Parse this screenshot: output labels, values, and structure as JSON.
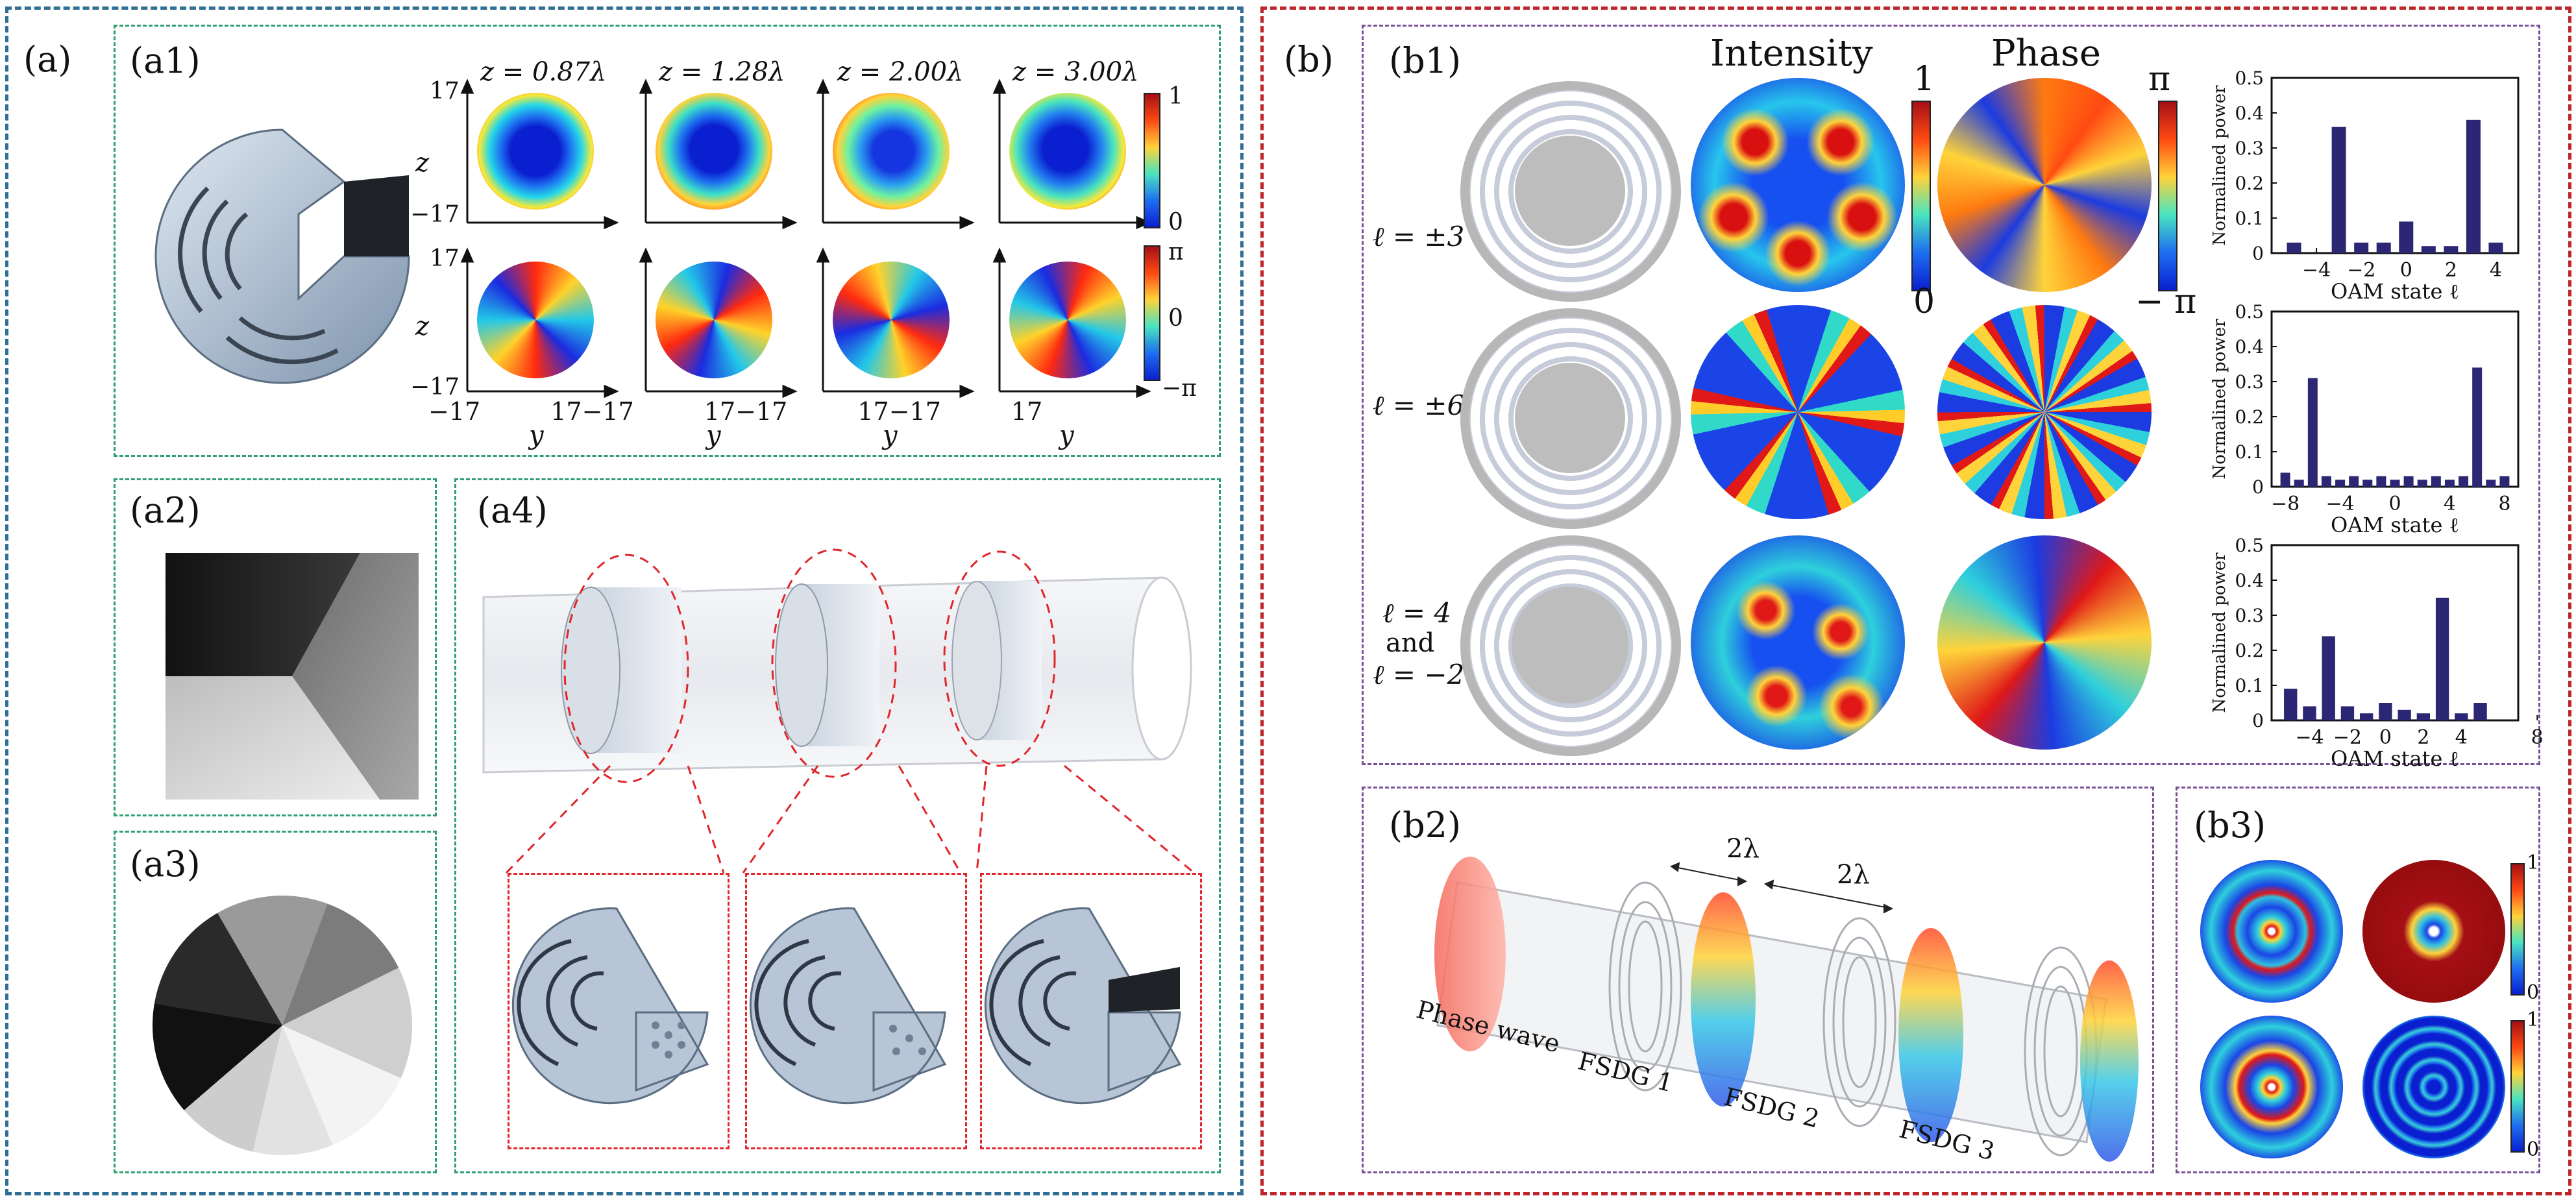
{
  "panel_labels": {
    "a": "(a)",
    "a1": "(a1)",
    "a2": "(a2)",
    "a3": "(a3)",
    "a4": "(a4)",
    "b": "(b)",
    "b1": "(b1)",
    "b2": "(b2)",
    "b3": "(b3)"
  },
  "a1": {
    "z_titles": [
      "z = 0.87λ",
      "z = 1.28λ",
      "z = 2.00λ",
      "z = 3.00λ"
    ],
    "axis_z": "z",
    "axis_y": "y",
    "tick_pos": "17",
    "tick_neg": "−17",
    "x_tick_row": "−17  17",
    "cbar_intensity": {
      "top": "1",
      "bottom": "0"
    },
    "cbar_phase": {
      "top": "π",
      "mid": "0",
      "bottom": "−π"
    }
  },
  "b1": {
    "col_intensity": "Intensity",
    "col_phase": "Phase",
    "row_labels": [
      "ℓ = ±3",
      "ℓ = ±6",
      "ℓ = 4",
      "and",
      "ℓ = −2"
    ],
    "cbar_intensity": {
      "top": "1",
      "bottom": "0"
    },
    "cbar_phase": {
      "top": "π",
      "bottom": "− π"
    }
  },
  "b2": {
    "dist1": "2λ",
    "dist2": "2λ",
    "phase_wave": "Phase wave",
    "fsdg1": "FSDG 1",
    "fsdg2": "FSDG 2",
    "fsdg3": "FSDG 3"
  },
  "b3": {
    "cbar_top": "1",
    "cbar_bottom": "0"
  },
  "chart_data": [
    {
      "type": "bar",
      "ylabel": "Normalined power",
      "xlabel": "OAM state ℓ",
      "ylim": [
        0,
        0.5
      ],
      "yticks": [
        "0",
        "0.1",
        "0.2",
        "0.3",
        "0.4",
        "0.5"
      ],
      "xticks": [
        "−4",
        "−2",
        "0",
        "2",
        "4"
      ],
      "x": [
        -5,
        -3,
        -2,
        -1,
        0,
        1,
        2,
        3,
        4
      ],
      "values": [
        0.03,
        0.36,
        0.03,
        0.03,
        0.09,
        0.02,
        0.02,
        0.38,
        0.03
      ]
    },
    {
      "type": "bar",
      "ylabel": "Normalined power",
      "xlabel": "OAM state ℓ",
      "ylim": [
        0,
        0.5
      ],
      "yticks": [
        "0",
        "0.1",
        "0.2",
        "0.3",
        "0.4",
        "0.5"
      ],
      "xticks": [
        "−8",
        "−4",
        "0",
        "4",
        "8"
      ],
      "x": [
        -8,
        -7,
        -6,
        -5,
        -4,
        -3,
        -2,
        -1,
        0,
        1,
        2,
        3,
        4,
        5,
        6,
        7,
        8
      ],
      "values": [
        0.04,
        0.02,
        0.31,
        0.03,
        0.02,
        0.03,
        0.02,
        0.03,
        0.02,
        0.03,
        0.02,
        0.03,
        0.02,
        0.03,
        0.34,
        0.02,
        0.03
      ]
    },
    {
      "type": "bar",
      "ylabel": "Normalined power",
      "xlabel": "OAM state ℓ",
      "ylim": [
        0,
        0.5
      ],
      "yticks": [
        "0",
        "0.1",
        "0.2",
        "0.3",
        "0.4",
        "0.5"
      ],
      "xticks": [
        "−4",
        "−2",
        "0",
        "2",
        "4",
        "8"
      ],
      "x": [
        -5,
        -4,
        -3,
        -2,
        -1,
        0,
        1,
        2,
        3,
        4,
        5,
        6
      ],
      "values": [
        0.09,
        0.04,
        0.24,
        0.04,
        0.02,
        0.05,
        0.03,
        0.02,
        0.35,
        0.02,
        0.05,
        0.0
      ]
    }
  ],
  "colors": {
    "blue_border": "#2f6f95",
    "red_border": "#c0252a",
    "green_border": "#2e9e6f",
    "purple_border": "#7a4f98",
    "bar": "#2b2774"
  }
}
